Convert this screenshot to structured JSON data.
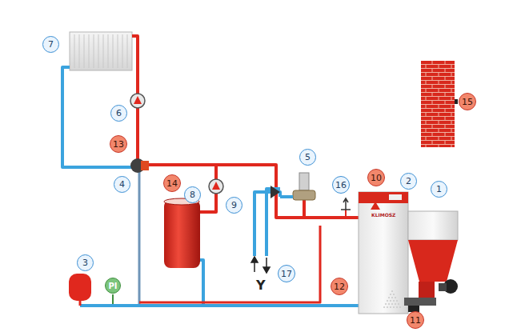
{
  "diagram": {
    "labels": [
      "7",
      "6",
      "13",
      "4",
      "5",
      "10",
      "2",
      "1",
      "15",
      "14",
      "8",
      "9",
      "16",
      "3",
      "PI",
      "17",
      "Y",
      "12",
      "11",
      "KLIMOSZ"
    ]
  }
}
